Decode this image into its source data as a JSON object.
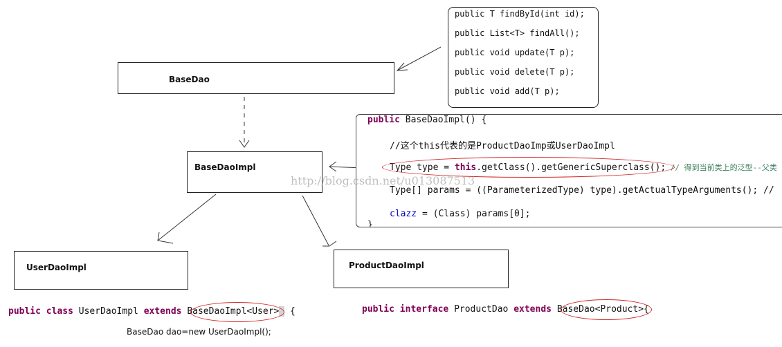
{
  "boxes": {
    "base_dao": "BaseDao",
    "base_dao_impl": "BaseDaoImpl",
    "user_dao_impl": "UserDaoImpl",
    "product_dao_impl": "ProductDaoImpl"
  },
  "interface_methods": [
    "public T findById(int id);",
    "public List<T> findAll();",
    "public void update(T p);",
    "public void delete(T p);",
    "public void add(T p);"
  ],
  "constructor_code": {
    "line1_kw": "public",
    "line1_rest": " BaseDaoImpl() {",
    "line2_comment": "//这个this代表的是ProductDaoImp或UserDaoImpl",
    "line3_a": "Type type = ",
    "line3_kw": "this",
    "line3_b": ".getClass().getGenericSuperclass();",
    "line3_comment": " // 得到当前类上的泛型--父类",
    "line4": "Type[] params = ((ParameterizedType) type).getActualTypeArguments(); //",
    "line5_field": "clazz",
    "line5_rest": " = (Class) params[0];",
    "line6": "}"
  },
  "user_decl": {
    "kw1": "public",
    "kw2": "class",
    "name": "UserDaoImpl",
    "kw3": "extends",
    "parent": "BaseDaoImpl<User>",
    "brace": "{"
  },
  "user_instantiation": "BaseDao dao=new UserDaoImpl();",
  "product_decl": {
    "kw1": "public",
    "kw2": "interface",
    "name": "ProductDao",
    "kw3": "extends",
    "parent": "BaseDao<Product>",
    "brace": "{"
  },
  "watermark": "http://blog.csdn.net/u013087513",
  "colors": {
    "keyword": "#7f0055",
    "comment": "#3f5fbf",
    "field": "#0000c0",
    "highlight_ellipse": "#d42a2a"
  }
}
